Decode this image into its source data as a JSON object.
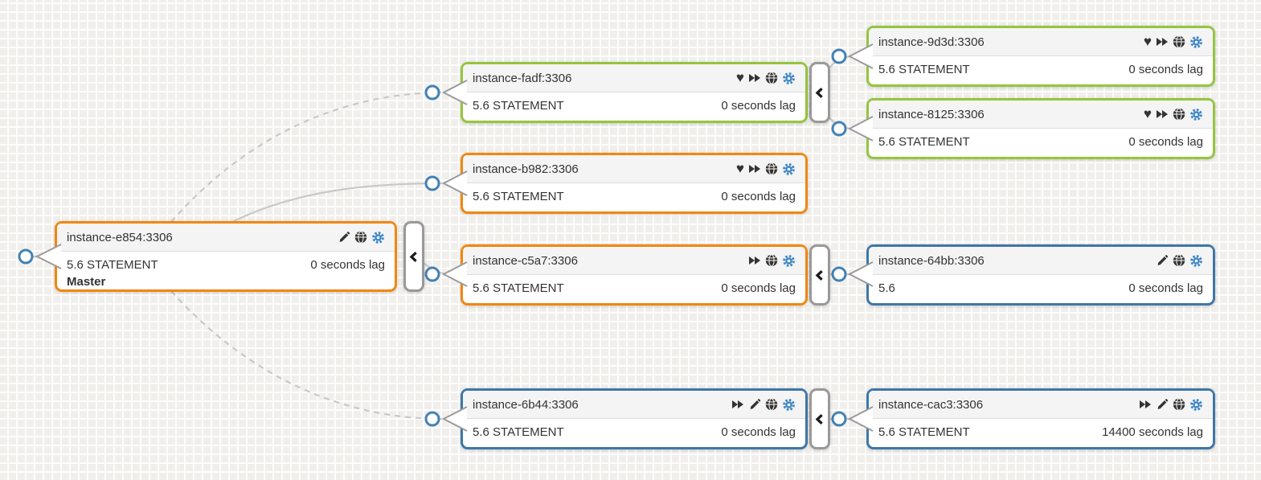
{
  "app": {
    "name": "replication-topology-graph"
  },
  "glyphs": {
    "heart": "♥"
  },
  "colors": {
    "master_ring": "#f1870f",
    "intermediate_ring": "#94c53d",
    "replica_ring": "#3e77a8",
    "gear_blue": "#3d85c6",
    "icon_dark": "#333333",
    "edge_gray": "#c8c8c8",
    "port_blue": "#4382b4"
  },
  "nodes": [
    {
      "id": "e854",
      "title": "instance-e854:3306",
      "version": "5.6 STATEMENT",
      "lag": "0 seconds lag",
      "role": "Master",
      "ring": "orange",
      "icons": [
        "pencil-icon",
        "globe-icon",
        "gear-icon"
      ],
      "collapsible": true
    },
    {
      "id": "fadf",
      "title": "instance-fadf:3306",
      "version": "5.6 STATEMENT",
      "lag": "0 seconds lag",
      "role": "",
      "ring": "green",
      "icons": [
        "heart-icon",
        "fast-forward-icon",
        "globe-icon",
        "gear-icon"
      ],
      "collapsible": true
    },
    {
      "id": "9d3d",
      "title": "instance-9d3d:3306",
      "version": "5.6 STATEMENT",
      "lag": "0 seconds lag",
      "role": "",
      "ring": "green",
      "icons": [
        "heart-icon",
        "fast-forward-icon",
        "globe-icon",
        "gear-icon"
      ],
      "collapsible": false
    },
    {
      "id": "8125",
      "title": "instance-8125:3306",
      "version": "5.6 STATEMENT",
      "lag": "0 seconds lag",
      "role": "",
      "ring": "green",
      "icons": [
        "heart-icon",
        "fast-forward-icon",
        "globe-icon",
        "gear-icon"
      ],
      "collapsible": false
    },
    {
      "id": "b982",
      "title": "instance-b982:3306",
      "version": "5.6 STATEMENT",
      "lag": "0 seconds lag",
      "role": "",
      "ring": "orange",
      "icons": [
        "heart-icon",
        "fast-forward-icon",
        "globe-icon",
        "gear-icon"
      ],
      "collapsible": false
    },
    {
      "id": "c5a7",
      "title": "instance-c5a7:3306",
      "version": "5.6 STATEMENT",
      "lag": "0 seconds lag",
      "role": "",
      "ring": "orange",
      "icons": [
        "fast-forward-icon",
        "globe-icon",
        "gear-icon"
      ],
      "collapsible": true
    },
    {
      "id": "64bb",
      "title": "instance-64bb:3306",
      "version": "5.6",
      "lag": "0 seconds lag",
      "role": "",
      "ring": "blue",
      "icons": [
        "pencil-icon",
        "globe-icon",
        "gear-icon"
      ],
      "collapsible": false
    },
    {
      "id": "6b44",
      "title": "instance-6b44:3306",
      "version": "5.6 STATEMENT",
      "lag": "0 seconds lag",
      "role": "",
      "ring": "blue",
      "icons": [
        "fast-forward-icon",
        "pencil-icon",
        "globe-icon",
        "gear-icon"
      ],
      "collapsible": true
    },
    {
      "id": "cac3",
      "title": "instance-cac3:3306",
      "version": "5.6 STATEMENT",
      "lag": "14400 seconds lag",
      "role": "",
      "ring": "blue",
      "icons": [
        "fast-forward-icon",
        "pencil-icon",
        "globe-icon",
        "gear-icon"
      ],
      "collapsible": false
    }
  ],
  "edges": [
    {
      "from": "instance-e854:3306",
      "to": "instance-fadf:3306",
      "style": "dashed"
    },
    {
      "from": "instance-e854:3306",
      "to": "instance-b982:3306",
      "style": "solid"
    },
    {
      "from": "instance-e854:3306",
      "to": "instance-c5a7:3306",
      "style": "solid"
    },
    {
      "from": "instance-e854:3306",
      "to": "instance-6b44:3306",
      "style": "dashed"
    },
    {
      "from": "instance-fadf:3306",
      "to": "instance-9d3d:3306",
      "style": "solid"
    },
    {
      "from": "instance-fadf:3306",
      "to": "instance-8125:3306",
      "style": "solid"
    },
    {
      "from": "instance-c5a7:3306",
      "to": "instance-64bb:3306",
      "style": "solid"
    },
    {
      "from": "instance-6b44:3306",
      "to": "instance-cac3:3306",
      "style": "solid"
    }
  ]
}
